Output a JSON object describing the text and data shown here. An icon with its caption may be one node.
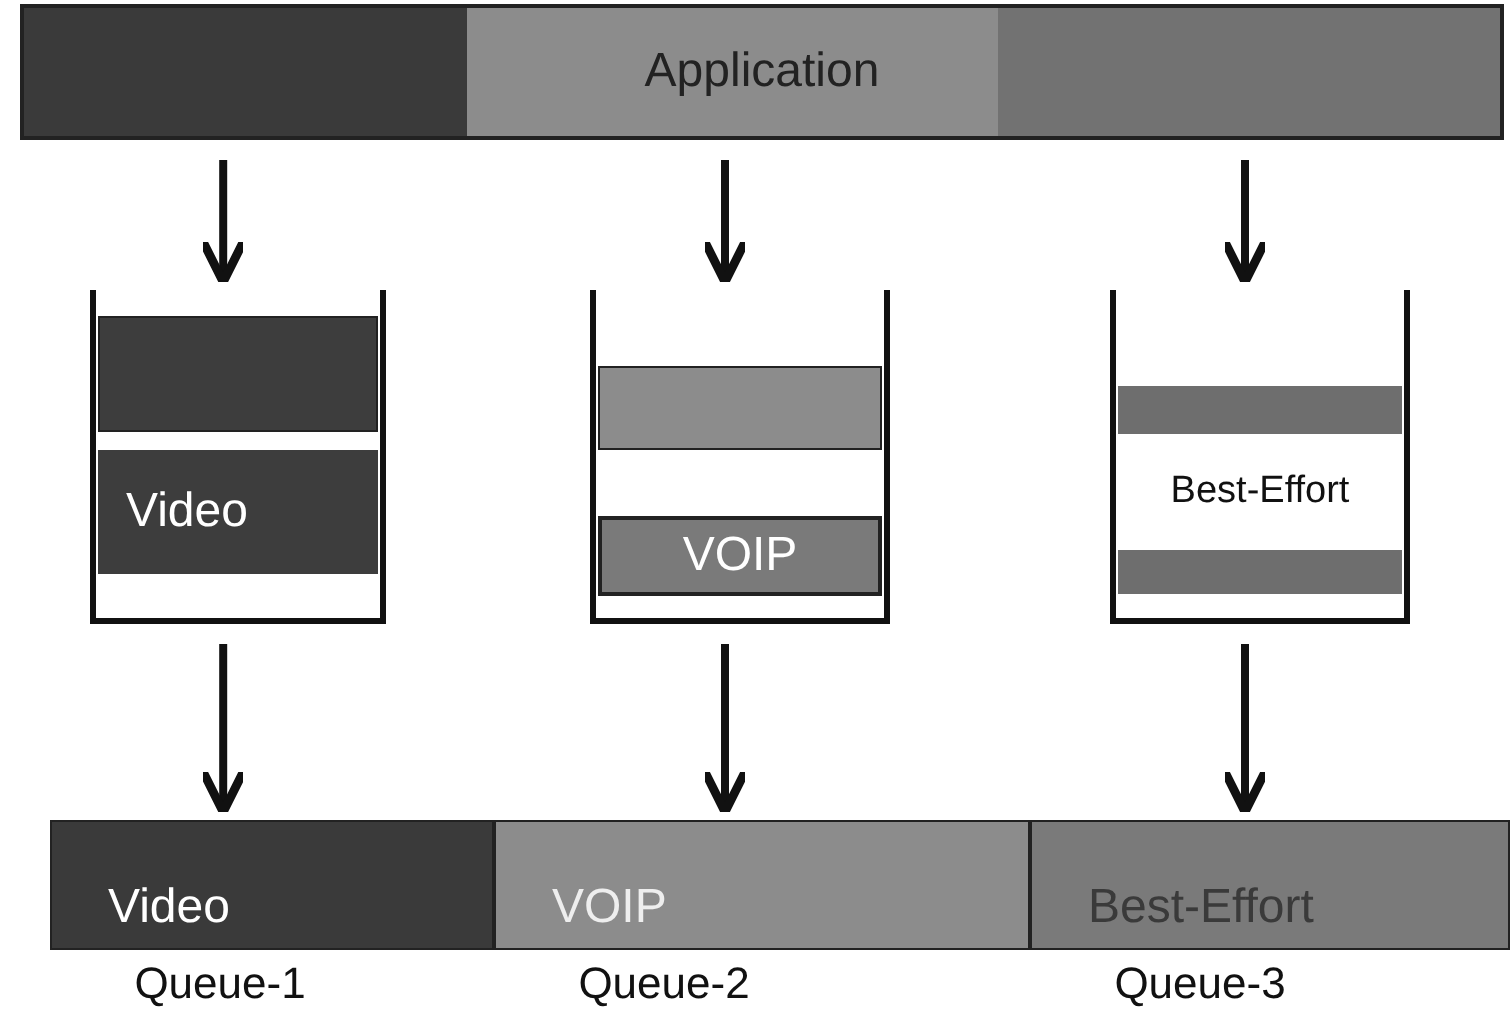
{
  "diagram": {
    "nodes": [
      {
        "text": [
          "Application"
        ]
      },
      {
        "text": [],
        "shape": "box"
      },
      {
        "text": [],
        "shape": "box",
        "in": 1
      },
      {
        "text": [
          "Video"
        ],
        "in": 1
      },
      {
        "text": [],
        "shape": "box"
      },
      {
        "text": [],
        "shape": "box",
        "in": 4
      },
      {
        "text": [
          "VOIP"
        ],
        "in": 4
      },
      {
        "text": [],
        "shape": "box"
      },
      {
        "text": [],
        "shape": "bar",
        "in": 7
      },
      {
        "text": [
          "Best-Effort"
        ],
        "in": 7
      },
      {
        "text": [],
        "shape": "bar",
        "in": 7
      },
      {
        "text": [
          "Video"
        ],
        "beside": [
          "Queue-1"
        ]
      },
      {
        "text": [
          "VOIP"
        ],
        "beside": [
          "Queue-2"
        ]
      },
      {
        "text": [
          "Best-Effort"
        ],
        "beside": [
          "Queue-3"
        ]
      }
    ],
    "edges": [
      {
        "from": 0,
        "to": 1,
        "arrow": "to"
      },
      {
        "from": 0,
        "to": 4,
        "arrow": "to"
      },
      {
        "from": 0,
        "to": 7,
        "arrow": "to"
      },
      {
        "from": 1,
        "to": 11,
        "arrow": "to"
      },
      {
        "from": 4,
        "to": 12,
        "arrow": "to"
      },
      {
        "from": 7,
        "to": 13,
        "arrow": "to"
      }
    ]
  }
}
